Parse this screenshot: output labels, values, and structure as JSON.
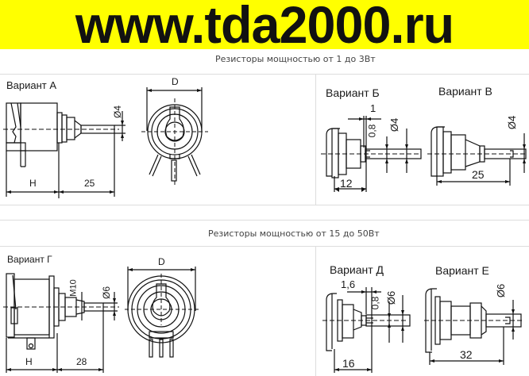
{
  "banner": {
    "text": "www.tda2000.ru",
    "background": "#ffff00",
    "color": "#111111"
  },
  "sections": [
    {
      "caption": "Резисторы мощностью от 1 до 3Вт",
      "variants": [
        {
          "label": "Вариант А",
          "dims": {
            "h": "H",
            "length": "25",
            "shaft_diameter": "Ø4",
            "body_diameter": "D"
          }
        },
        {
          "label": "Вариант Б",
          "dims": {
            "slot": "1",
            "slot_depth": "0,8",
            "shaft_diameter": "Ø4",
            "length": "12"
          }
        },
        {
          "label": "Вариант В",
          "dims": {
            "shaft_diameter": "Ø4",
            "length": "25"
          }
        }
      ]
    },
    {
      "caption": "Резисторы мощностью от 15 до 50Вт",
      "variants": [
        {
          "label": "Вариант Г",
          "dims": {
            "h": "H",
            "length": "28",
            "thread": "M10",
            "shaft_diameter": "Ø6",
            "body_diameter": "D"
          }
        },
        {
          "label": "Вариант Д",
          "dims": {
            "slot": "1,6",
            "slot_depth": "0,8",
            "shaft_diameter": "Ø6",
            "length": "16"
          }
        },
        {
          "label": "Вариант Е",
          "dims": {
            "shaft_diameter": "Ø6",
            "length": "32"
          }
        }
      ]
    }
  ]
}
